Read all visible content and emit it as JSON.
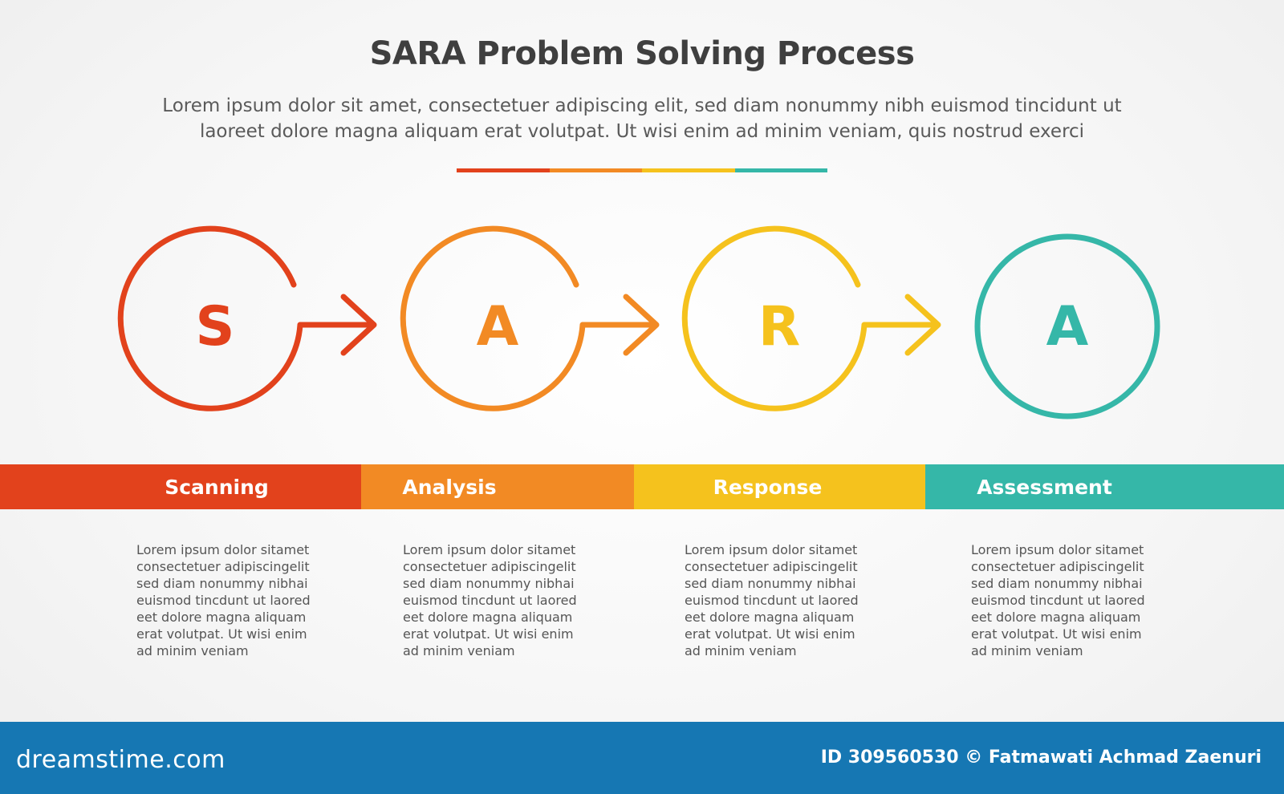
{
  "header": {
    "title": "SARA Problem Solving Process",
    "subtitle_line1": "Lorem ipsum dolor sit amet, consectetuer adipiscing elit, sed diam nonummy nibh euismod tincidunt ut",
    "subtitle_line2": "laoreet dolore magna aliquam erat volutpat. Ut wisi enim ad minim veniam, quis nostrud exerci"
  },
  "colors": {
    "red": "#e2421c",
    "orange": "#f28a24",
    "yellow": "#f5c21d",
    "teal": "#35b7a8",
    "footer": "#1677b3"
  },
  "steps": [
    {
      "letter": "S",
      "label": "Scanning",
      "color": "#e2421c",
      "description": [
        "Lorem ipsum dolor sitamet",
        "consectetuer adipiscingelit",
        "sed diam nonummy nibhai",
        "euismod tincdunt ut laored",
        "eet dolore magna aliquam",
        "erat volutpat. Ut wisi enim",
        "ad minim veniam"
      ]
    },
    {
      "letter": "A",
      "label": "Analysis",
      "color": "#f28a24",
      "description": [
        "Lorem ipsum dolor sitamet",
        "consectetuer adipiscingelit",
        "sed diam nonummy nibhai",
        "euismod tincdunt ut laored",
        "eet dolore magna aliquam",
        "erat volutpat. Ut wisi enim",
        "ad minim veniam"
      ]
    },
    {
      "letter": "R",
      "label": "Response",
      "color": "#f5c21d",
      "description": [
        "Lorem ipsum dolor sitamet",
        "consectetuer adipiscingelit",
        "sed diam nonummy nibhai",
        "euismod tincdunt ut laored",
        "eet dolore magna aliquam",
        "erat volutpat. Ut wisi enim",
        "ad minim veniam"
      ]
    },
    {
      "letter": "A",
      "label": "Assessment",
      "color": "#35b7a8",
      "description": [
        "Lorem ipsum dolor sitamet",
        "consectetuer adipiscingelit",
        "sed diam nonummy nibhai",
        "euismod tincdunt ut laored",
        "eet dolore magna aliquam",
        "erat volutpat. Ut wisi enim",
        "ad minim veniam"
      ]
    }
  ],
  "footer": {
    "logo": "dreamstime.com",
    "credit": "ID 309560530 © Fatmawati  Achmad Zaenuri"
  }
}
